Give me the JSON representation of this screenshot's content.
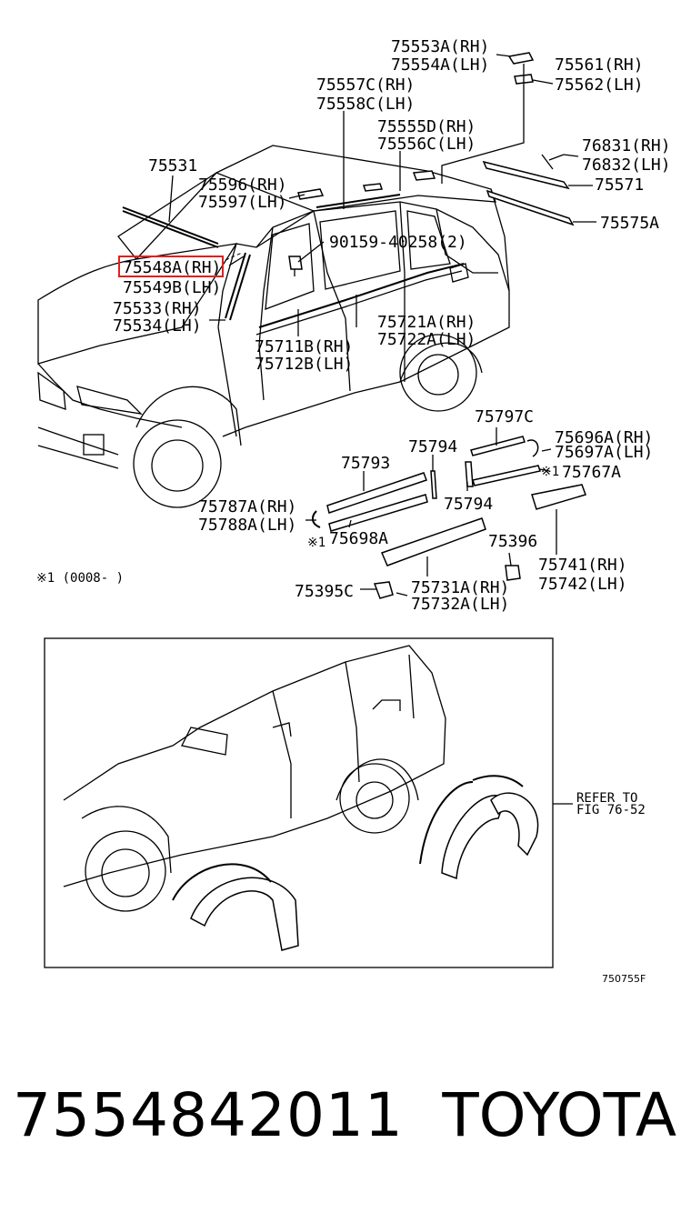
{
  "labels": {
    "l75553a": "75553A(RH)",
    "l75554a": "75554A(LH)",
    "l75561": "75561(RH)",
    "l75562": "75562(LH)",
    "l75557c": "75557C(RH)",
    "l75558c": "75558C(LH)",
    "l75555d": "75555D(RH)",
    "l75556c": "75556C(LH)",
    "l76831": "76831(RH)",
    "l76832": "76832(LH)",
    "l75571": "75571",
    "l75575a": "75575A",
    "l75531": "75531",
    "l75596": "75596(RH)",
    "l75597": "75597(LH)",
    "l90159": "90159-40258(2)",
    "l75548a": "75548A(RH)",
    "l75549b": "75549B(LH)",
    "l75533": "75533(RH)",
    "l75534": "75534(LH)",
    "l75721a": "75721A(RH)",
    "l75722a": "75722A(LH)",
    "l75711b": "75711B(RH)",
    "l75712b": "75712B(LH)",
    "l75797c": "75797C",
    "l75696a": "75696A(RH)",
    "l75697a": "75697A(LH)",
    "l75793": "75793",
    "l75794a": "75794",
    "l75794b": "75794",
    "l75767a": "75767A",
    "l75787a": "75787A(RH)",
    "l75788a": "75788A(LH)",
    "l75698a": "75698A",
    "l75396": "75396",
    "l75741": "75741(RH)",
    "l75742": "75742(LH)",
    "l75395c": "75395C",
    "l75731a": "75731A(RH)",
    "l75732a": "75732A(LH)",
    "mark1": "※1",
    "mark2": "※1",
    "note": "※1 (0008-        )",
    "refer1": "REFER TO",
    "refer2": "FIG 76-52",
    "figcode": "750755F"
  },
  "footer": {
    "part_number": "7554842011",
    "brand": "TOYOTA"
  },
  "highlight_color": "#e0201e"
}
